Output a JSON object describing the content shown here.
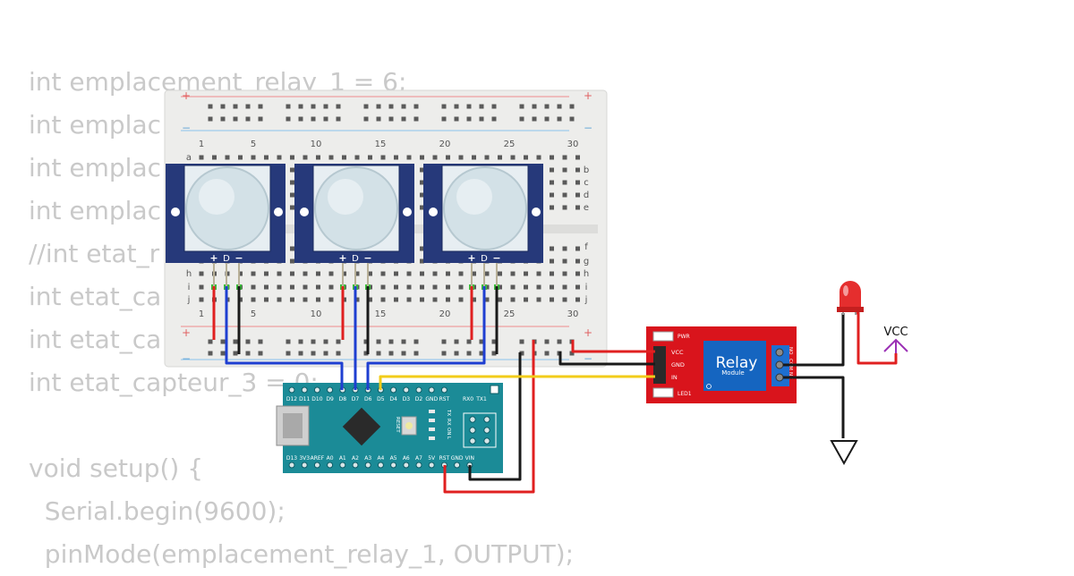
{
  "code_lines": [
    "int emplacement_relay_1 = 6;",
    "int emplac",
    "int emplac",
    "int emplac",
    "//int etat_r",
    "int etat_ca",
    "int etat_ca",
    "int etat_capteur_3 = 0;",
    "",
    "void setup() {",
    "  Serial.begin(9600);",
    "  pinMode(emplacement_relay_1, OUTPUT);"
  ],
  "breadboard": {
    "plus": "+",
    "minus": "−",
    "col_numbers": [
      "1",
      "5",
      "10",
      "15",
      "20",
      "25",
      "30"
    ],
    "row_letters_top": [
      "a",
      "b",
      "c",
      "d",
      "e"
    ],
    "row_letters_bottom": [
      "f",
      "g",
      "h",
      "i",
      "j"
    ]
  },
  "pir_sensors": [
    {
      "pins": [
        "+",
        "D",
        "−"
      ]
    },
    {
      "pins": [
        "+",
        "D",
        "−"
      ]
    },
    {
      "pins": [
        "+",
        "D",
        "−"
      ]
    }
  ],
  "arduino": {
    "top_pins": [
      "D12",
      "D11",
      "D10",
      "D9",
      "D8",
      "D7",
      "D6",
      "D5",
      "D4",
      "D3",
      "D2",
      "GND",
      "RST",
      "RX0",
      "TX1"
    ],
    "bottom_pins": [
      "D13",
      "3V3",
      "AREF",
      "A0",
      "A1",
      "A2",
      "A3",
      "A4",
      "A5",
      "A6",
      "A7",
      "5V",
      "RST",
      "GND",
      "VIN"
    ],
    "reset_label": "RESET",
    "led_labels": [
      "TX",
      "RX",
      "ON",
      "L"
    ]
  },
  "relay": {
    "title": "Relay",
    "subtitle": "Module",
    "pwr_label": "PWR",
    "led_label": "LED1",
    "pins": [
      "VCC",
      "GND",
      "IN"
    ],
    "terminals": [
      "NO",
      "COM",
      "NC"
    ]
  },
  "vcc_label": "VCC",
  "colors": {
    "wire_red": "#e02020",
    "wire_black": "#1a1a1a",
    "wire_blue": "#1f3fd1",
    "wire_yellow": "#f2cc1a",
    "pir_blue": "#26397a",
    "nano_teal": "#1b8b97",
    "relay_red": "#d9141c",
    "relay_blue": "#1565c0",
    "led_red": "#e52e2e",
    "vcc_purple": "#9b30b5"
  }
}
